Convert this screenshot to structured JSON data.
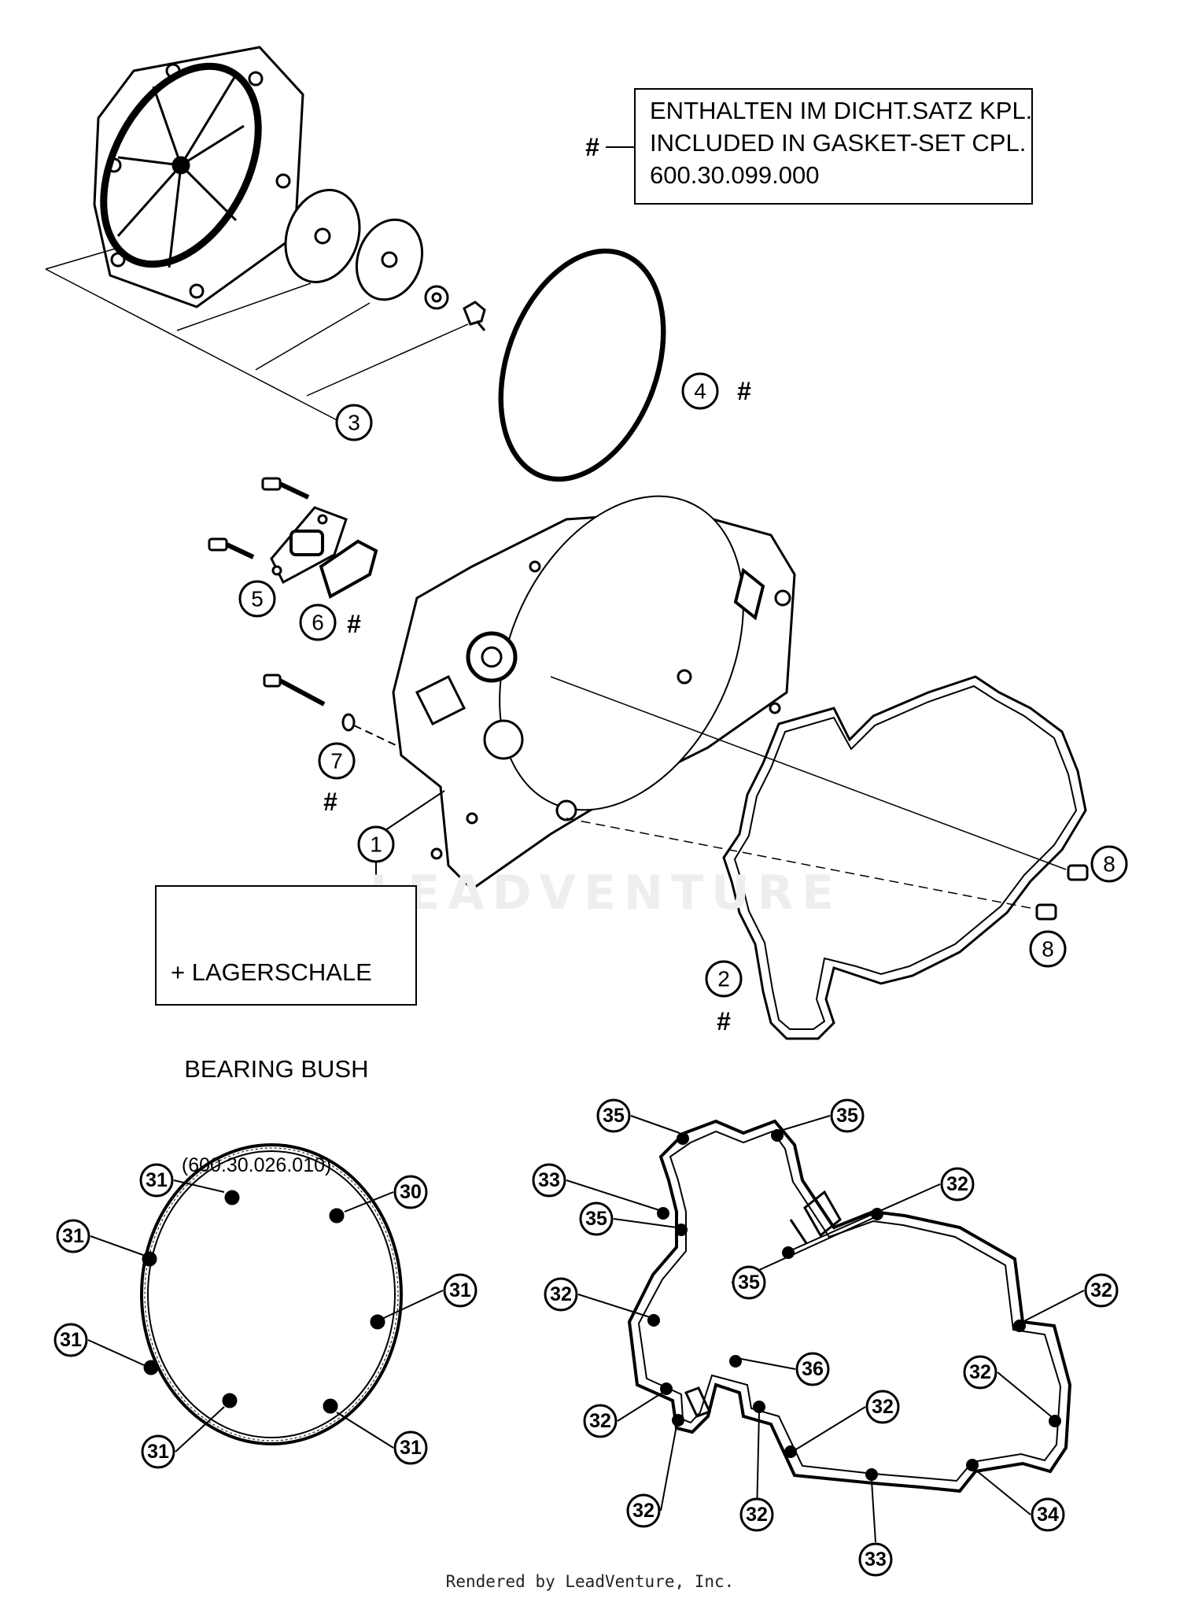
{
  "gasket_set_note": {
    "marker": "#",
    "lines": [
      "ENTHALTEN IM DICHT.SATZ KPL.",
      "INCLUDED IN GASKET-SET CPL.",
      "600.30.099.000"
    ]
  },
  "bearing_note": {
    "lines": [
      "+ LAGERSCHALE",
      "  BEARING BUSH",
      "  (600.30.026.010)"
    ]
  },
  "watermark": "LEADVENTURE",
  "footer": "Rendered by LeadVenture, Inc.",
  "upper_callouts": [
    {
      "num": "1",
      "hash": false
    },
    {
      "num": "2",
      "hash": true
    },
    {
      "num": "3",
      "hash": false
    },
    {
      "num": "4",
      "hash": true
    },
    {
      "num": "5",
      "hash": false
    },
    {
      "num": "6",
      "hash": true
    },
    {
      "num": "7",
      "hash": true
    },
    {
      "num": "8",
      "hash": false
    },
    {
      "num": "8",
      "hash": false
    }
  ],
  "left_gasket_callouts": [
    "31",
    "30",
    "31",
    "31",
    "31",
    "31",
    "31"
  ],
  "right_gasket_callouts": [
    "35",
    "35",
    "33",
    "32",
    "35",
    "35",
    "32",
    "32",
    "36",
    "32",
    "32",
    "32",
    "32",
    "32",
    "33",
    "34"
  ]
}
